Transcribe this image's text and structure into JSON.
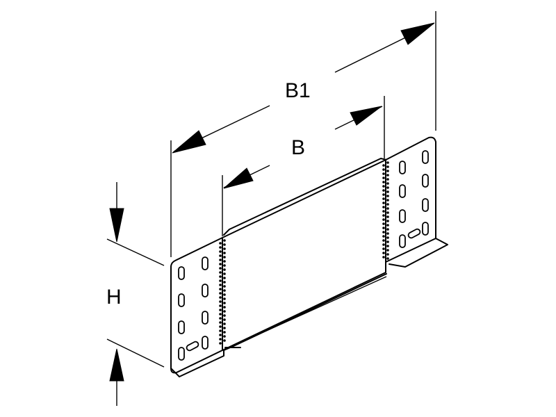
{
  "diagram": {
    "labels": {
      "outer_width": "B1",
      "inner_width": "B",
      "height": "H"
    }
  }
}
